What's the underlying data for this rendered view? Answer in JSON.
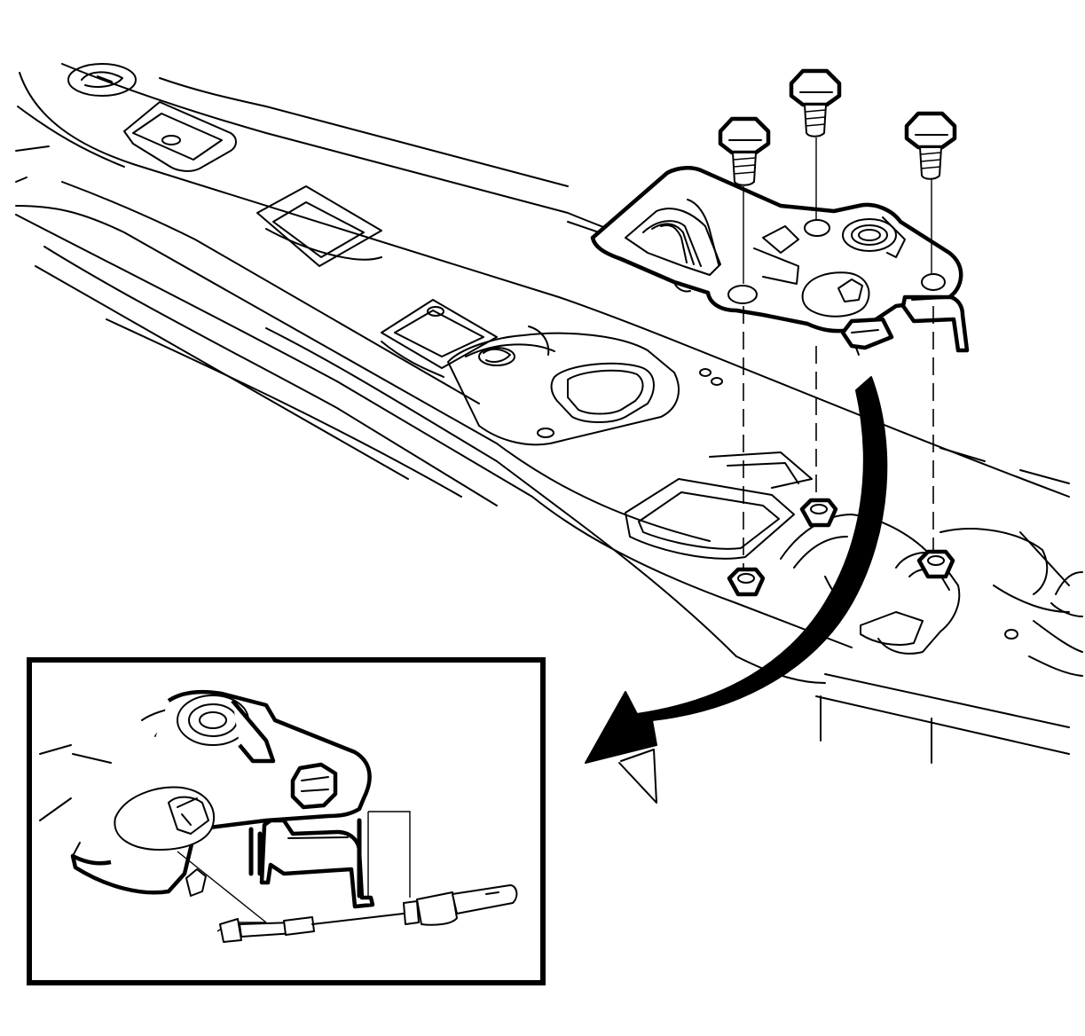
{
  "figure": {
    "colors": {
      "line": "#000000",
      "background": "#ffffff"
    },
    "parts": [
      {
        "name": "radiator-support-panel"
      },
      {
        "name": "hood-latch-assembly"
      },
      {
        "name": "latch-bolt-icon",
        "count": 3
      },
      {
        "name": "weld-nut-icon",
        "count": 3
      },
      {
        "name": "curved-arrow-icon"
      },
      {
        "name": "detail-inset"
      },
      {
        "name": "release-cable-icon"
      }
    ]
  }
}
